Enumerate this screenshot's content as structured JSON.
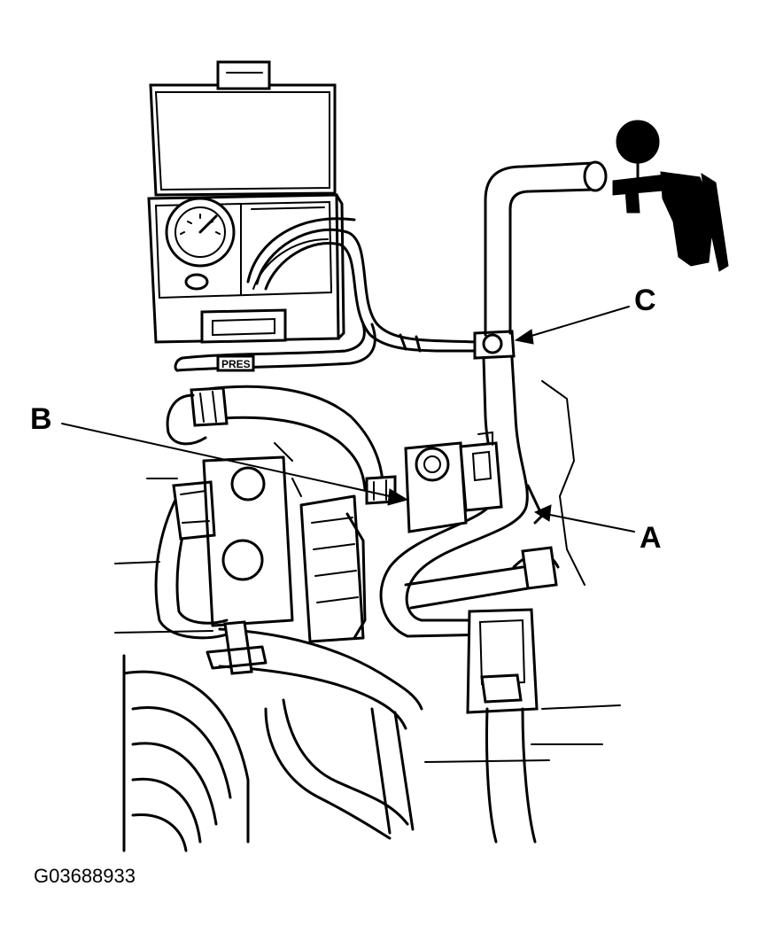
{
  "figure": {
    "id_code": "G03688933",
    "callouts": {
      "a": "A",
      "b": "B",
      "c": "C"
    },
    "hose_tag": "PRES"
  },
  "colors": {
    "ink": "#000000",
    "background": "#ffffff"
  }
}
